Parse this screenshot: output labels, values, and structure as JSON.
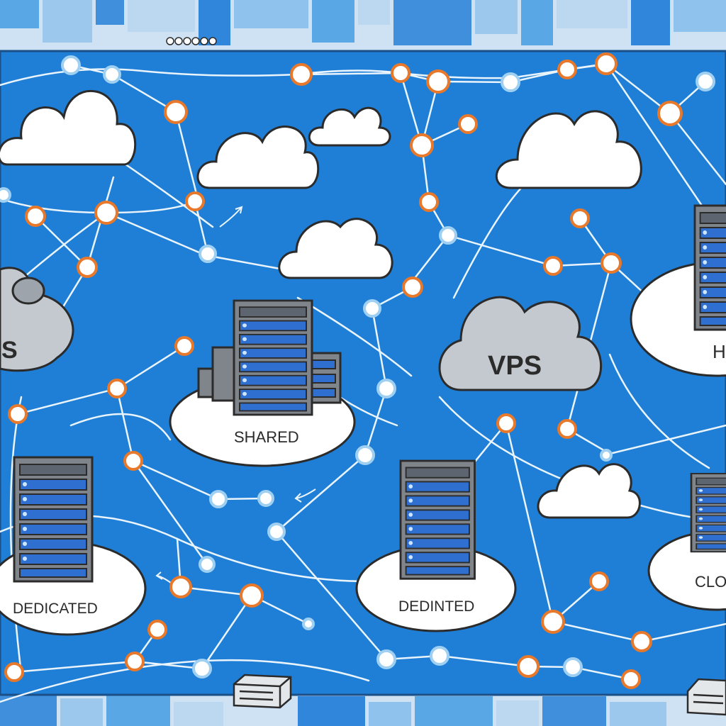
{
  "labels": {
    "left_cloud": "S",
    "vps": "VPS",
    "shared": "SHARED",
    "dedicated": "DEDICATED",
    "dedinted": "DEDINTED",
    "right_h": "H",
    "right_clo": "CLO"
  },
  "colors": {
    "background_blue": "#1f7fd6",
    "border_tile_light": "#bcd8f0",
    "border_tile_mid": "#5aa7e6",
    "line": "#eaf4fc",
    "node_orange": "#e8782a",
    "node_blue_ring": "#9fd0f2",
    "cloud_white": "#ffffff",
    "cloud_gray": "#c4c9cf",
    "server_gray": "#7a7f85",
    "server_panel": "#2f6fd0"
  },
  "icons": [
    "cloud-icon",
    "server-rack-icon",
    "network-node-icon",
    "arrow-icon",
    "server-box-icon"
  ]
}
